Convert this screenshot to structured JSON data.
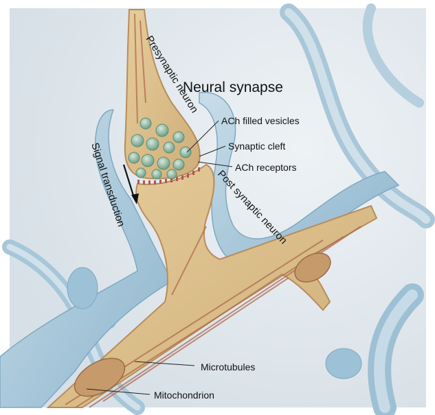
{
  "diagram": {
    "title": "Neural synapse",
    "labels": {
      "presynaptic_neuron": "Presynaptic neuron",
      "ach_filled_vesicles": "ACh filled vesicles",
      "synaptic_cleft": "Synaptic cleft",
      "ach_receptors": "ACh receptors",
      "signal_transduction": "Signal transduction",
      "post_synaptic_neuron": "Post synaptic neuron",
      "microtubules": "Microtubules",
      "mitochondrion": "Mitochondrion"
    }
  },
  "colors": {
    "background": "#e2e9ee",
    "glial_sheath": "#9fc3d8",
    "neuron_body": "#dcbf8c",
    "neuron_outline": "#b88c5a",
    "microtubule": "#b06a4e",
    "vesicle": "#8fb59e",
    "receptor": "#b9544a",
    "frame": "#ffffff"
  }
}
